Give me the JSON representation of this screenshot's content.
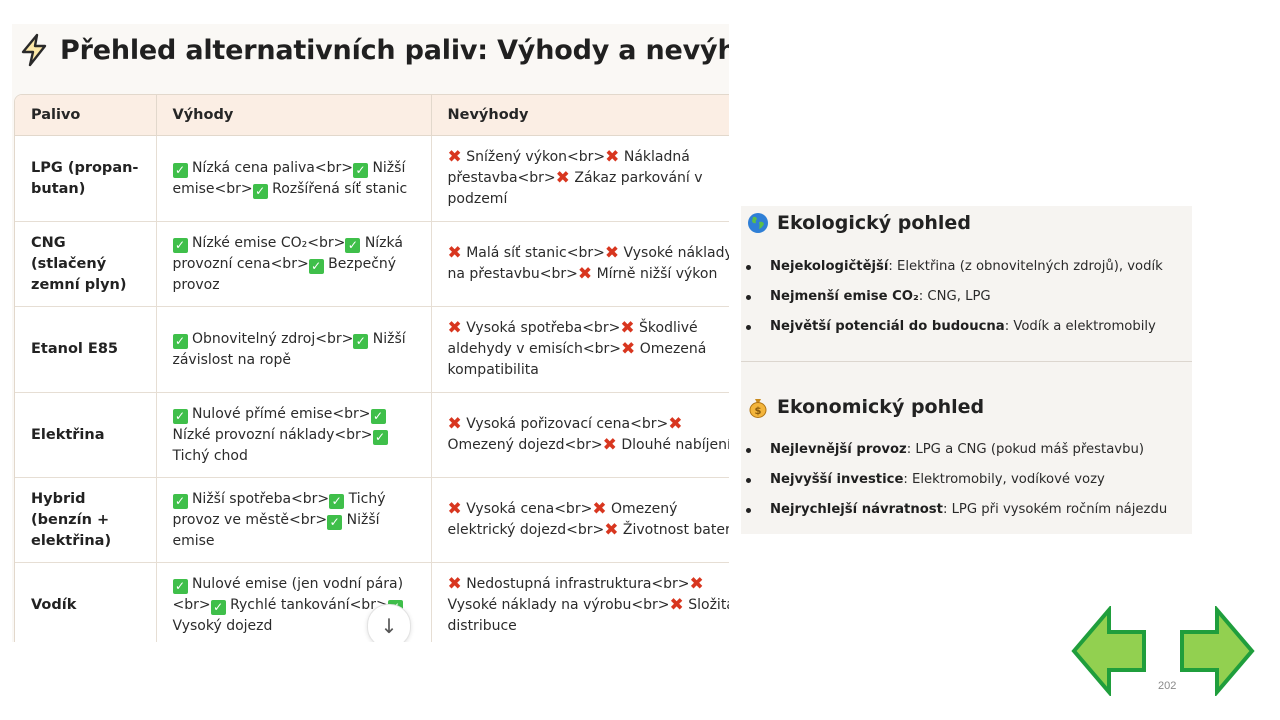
{
  "slide": {
    "title": "Přehled alternativních paliv: Výhody a nevýhody",
    "page_number": "202",
    "scroll_icon": "↓"
  },
  "table": {
    "headers": [
      "Palivo",
      "Výhody",
      "Nevýhody"
    ],
    "rows": [
      {
        "fuel": "LPG (propan-butan)",
        "pros": [
          "Nízká cena paliva<br>",
          "Nižší emise<br>",
          "Rozšířená síť stanic"
        ],
        "cons": [
          "Snížený výkon<br>",
          "Nákladná přestavba<br>",
          "Zákaz parkování v podzemí"
        ]
      },
      {
        "fuel": "CNG (stlačený zemní plyn)",
        "pros": [
          "Nízké emise CO₂<br>",
          "Nízká provozní cena<br>",
          "Bezpečný provoz"
        ],
        "cons": [
          "Malá síť stanic<br>",
          "Vysoké náklady na přestavbu<br>",
          "Mírně nižší výkon"
        ]
      },
      {
        "fuel": "Etanol E85",
        "pros": [
          "Obnovitelný zdroj<br>",
          "Nižší závislost na ropě"
        ],
        "cons": [
          "Vysoká spotřeba<br>",
          "Škodlivé aldehydy v emisích<br>",
          "Omezená kompatibilita"
        ]
      },
      {
        "fuel": "Elektřina",
        "pros": [
          "Nulové přímé emise<br>",
          "Nízké provozní náklady<br>",
          "Tichý chod"
        ],
        "cons": [
          "Vysoká pořizovací cena<br>",
          "Omezený dojezd<br>",
          "Dlouhé nabíjení"
        ]
      },
      {
        "fuel": "Hybrid (benzín + elektřina)",
        "pros": [
          "Nižší spotřeba<br>",
          "Tichý provoz ve městě<br>",
          "Nižší emise"
        ],
        "cons": [
          "Vysoká cena<br>",
          "Omezený elektrický dojezd<br>",
          "Životnost baterií"
        ]
      },
      {
        "fuel": "Vodík",
        "pros": [
          "Nulové emise (jen vodní pára)<br>",
          "Rychlé tankování<br>",
          "Vysoký dojezd"
        ],
        "cons": [
          "Nedostupná infrastruktura<br>",
          "Vysoké náklady na výrobu<br>",
          "Složitá distribuce"
        ]
      }
    ]
  },
  "eco": {
    "heading": "Ekologický pohled",
    "icon": "globe-icon",
    "items": [
      {
        "label": "Nejekologičtější",
        "text": ": Elektřina (z obnovitelných zdrojů), vodík"
      },
      {
        "label": "Nejmenší emise CO₂",
        "text": ": CNG, LPG"
      },
      {
        "label": "Největší potenciál do budoucna",
        "text": ": Vodík a elektromobily"
      }
    ]
  },
  "econ": {
    "heading": "Ekonomický pohled",
    "icon": "money-bag-icon",
    "items": [
      {
        "label": "Nejlevnější provoz",
        "text": ": LPG a CNG (pokud máš přestavbu)"
      },
      {
        "label": "Nejvyšší investice",
        "text": ": Elektromobily, vodíkové vozy"
      },
      {
        "label": "Nejrychlejší návratnost",
        "text": ": LPG při vysokém ročním nájezdu"
      }
    ]
  },
  "colors": {
    "accent_green": "#5dbb3f",
    "check_green": "#3fbf4a",
    "cross_red": "#d8361f",
    "header_bg": "#fbeee4"
  }
}
